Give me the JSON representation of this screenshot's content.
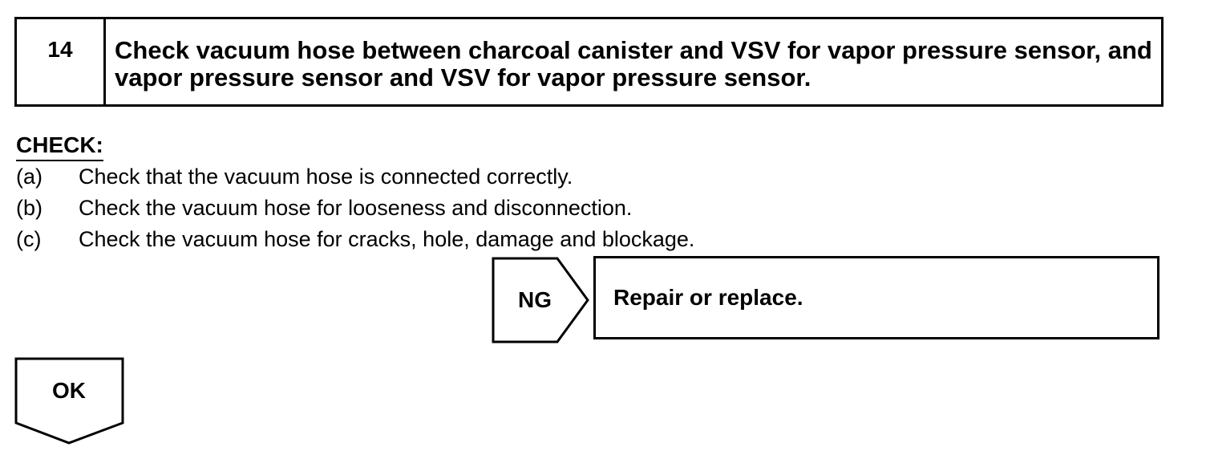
{
  "step": {
    "number": "14",
    "title": "Check vacuum hose between charcoal canister and VSV for vapor pressure sensor, and vapor pressure sensor and VSV for vapor pressure sensor."
  },
  "check": {
    "heading": "CHECK:",
    "items": [
      {
        "marker": "(a)",
        "text": "Check that the vacuum hose is connected correctly."
      },
      {
        "marker": "(b)",
        "text": "Check the vacuum hose for looseness and disconnection."
      },
      {
        "marker": "(c)",
        "text": "Check the vacuum hose for cracks, hole, damage and blockage."
      }
    ]
  },
  "ng_branch": {
    "label": "NG",
    "result": "Repair or replace."
  },
  "ok_branch": {
    "label": "OK"
  }
}
